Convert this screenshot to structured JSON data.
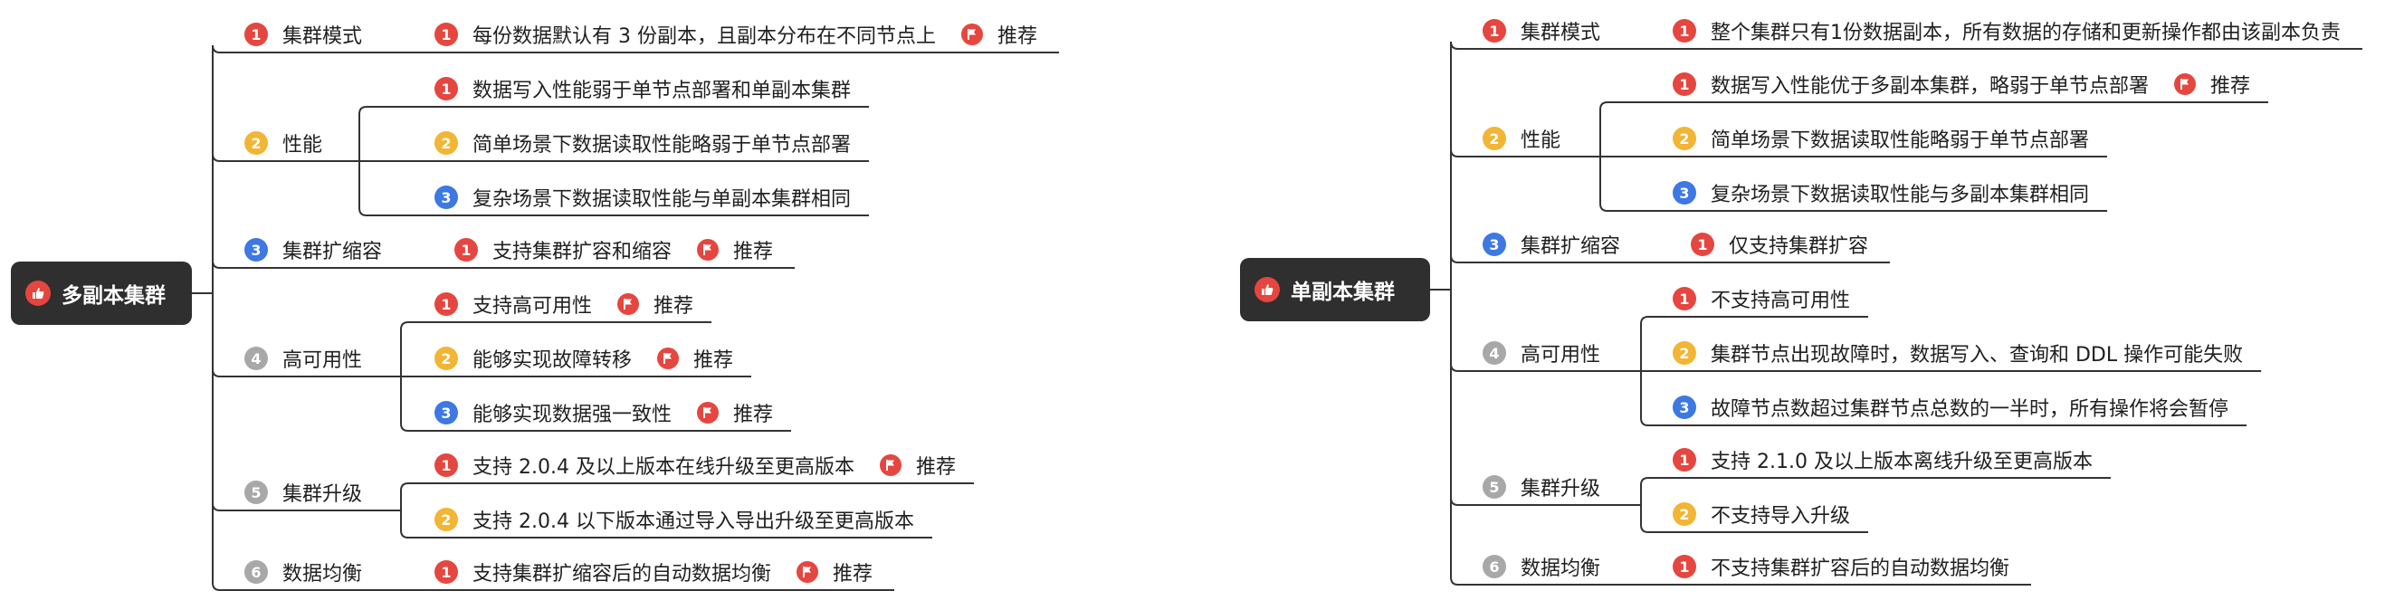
{
  "left": {
    "root": "多副本集群",
    "branches": [
      {
        "badge": "1",
        "label": "集群模式",
        "items": [
          {
            "badge": "1",
            "text": "每份数据默认有 3 份副本，且副本分布在不同节点上",
            "tag": "推荐"
          }
        ]
      },
      {
        "badge": "2",
        "label": "性能",
        "items": [
          {
            "badge": "1",
            "text": "数据写入性能弱于单节点部署和单副本集群"
          },
          {
            "badge": "2",
            "text": "简单场景下数据读取性能略弱于单节点部署"
          },
          {
            "badge": "3",
            "text": "复杂场景下数据读取性能与单副本集群相同"
          }
        ]
      },
      {
        "badge": "3",
        "label": "集群扩缩容",
        "items": [
          {
            "badge": "1",
            "text": "支持集群扩容和缩容",
            "tag": "推荐"
          }
        ]
      },
      {
        "badge": "4",
        "label": "高可用性",
        "items": [
          {
            "badge": "1",
            "text": "支持高可用性",
            "tag": "推荐"
          },
          {
            "badge": "2",
            "text": "能够实现故障转移",
            "tag": "推荐"
          },
          {
            "badge": "3",
            "text": "能够实现数据强一致性",
            "tag": "推荐"
          }
        ]
      },
      {
        "badge": "5",
        "label": "集群升级",
        "items": [
          {
            "badge": "1",
            "text": "支持 2.0.4 及以上版本在线升级至更高版本",
            "tag": "推荐"
          },
          {
            "badge": "2",
            "text": "支持 2.0.4 以下版本通过导入导出升级至更高版本"
          }
        ]
      },
      {
        "badge": "6",
        "label": "数据均衡",
        "items": [
          {
            "badge": "1",
            "text": "支持集群扩缩容后的自动数据均衡",
            "tag": "推荐"
          }
        ]
      }
    ]
  },
  "right": {
    "root": "单副本集群",
    "branches": [
      {
        "badge": "1",
        "label": "集群模式",
        "items": [
          {
            "badge": "1",
            "text": "整个集群只有1份数据副本，所有数据的存储和更新操作都由该副本负责"
          }
        ]
      },
      {
        "badge": "2",
        "label": "性能",
        "items": [
          {
            "badge": "1",
            "text": "数据写入性能优于多副本集群，略弱于单节点部署",
            "tag": "推荐"
          },
          {
            "badge": "2",
            "text": "简单场景下数据读取性能略弱于单节点部署"
          },
          {
            "badge": "3",
            "text": "复杂场景下数据读取性能与多副本集群相同"
          }
        ]
      },
      {
        "badge": "3",
        "label": "集群扩缩容",
        "items": [
          {
            "badge": "1",
            "text": "仅支持集群扩容"
          }
        ]
      },
      {
        "badge": "4",
        "label": "高可用性",
        "items": [
          {
            "badge": "1",
            "text": "不支持高可用性"
          },
          {
            "badge": "2",
            "text": "集群节点出现故障时，数据写入、查询和 DDL 操作可能失败"
          },
          {
            "badge": "3",
            "text": "故障节点数超过集群节点总数的一半时，所有操作将会暂停"
          }
        ]
      },
      {
        "badge": "5",
        "label": "集群升级",
        "items": [
          {
            "badge": "1",
            "text": "支持 2.1.0 及以上版本离线升级至更高版本"
          },
          {
            "badge": "2",
            "text": "不支持导入升级"
          }
        ]
      },
      {
        "badge": "6",
        "label": "数据均衡",
        "items": [
          {
            "badge": "1",
            "text": "不支持集群扩容后的自动数据均衡"
          }
        ]
      }
    ]
  }
}
